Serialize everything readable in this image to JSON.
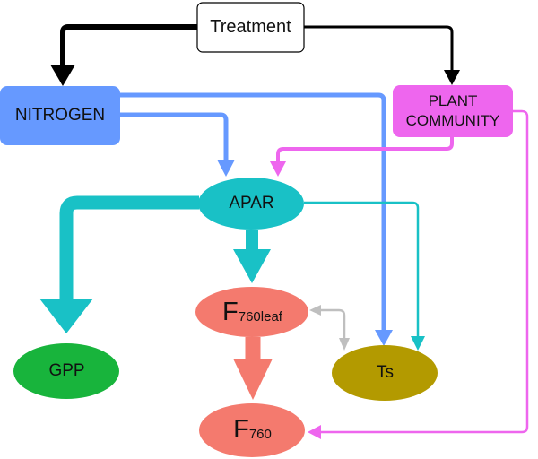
{
  "nodes": {
    "treatment": {
      "label": "Treatment"
    },
    "nitrogen": {
      "label": "NITROGEN"
    },
    "plant_community": {
      "line1": "PLANT",
      "line2": "COMMUNITY"
    },
    "apar": {
      "label": "APAR"
    },
    "f760leaf": {
      "main": "F",
      "sub": "760leaf"
    },
    "gpp": {
      "label": "GPP"
    },
    "ts": {
      "label": "Ts"
    },
    "f760": {
      "main": "F",
      "sub": "760"
    }
  },
  "colors": {
    "black": "#000000",
    "blue": "#6699ff",
    "magenta": "#ee66ee",
    "teal": "#19c1c6",
    "salmon": "#f47a6e",
    "grey": "#bfbfbf",
    "green": "#18b43c",
    "olive": "#b39a00"
  }
}
